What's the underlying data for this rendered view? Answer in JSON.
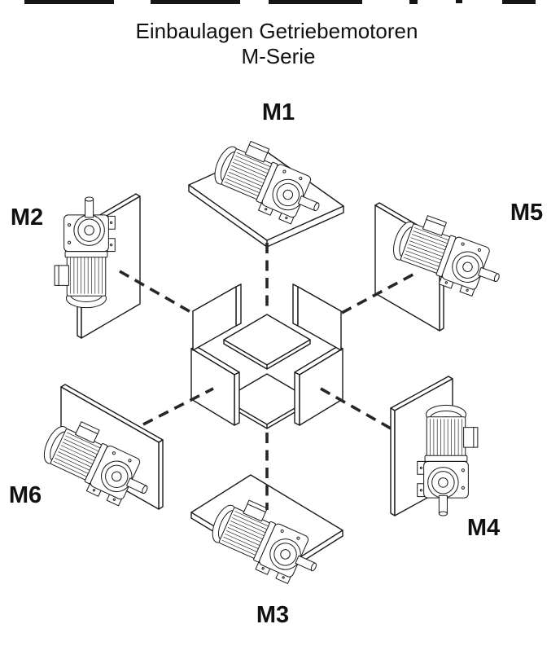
{
  "title": {
    "line1": "Einbaulagen Getriebemotoren",
    "line2": "M-Serie"
  },
  "labels": {
    "m1": "M1",
    "m2": "M2",
    "m3": "M3",
    "m4": "M4",
    "m5": "M5",
    "m6": "M6"
  },
  "colors": {
    "line": "#1a1a1a",
    "dash": "#262626",
    "background": "#ffffff"
  }
}
